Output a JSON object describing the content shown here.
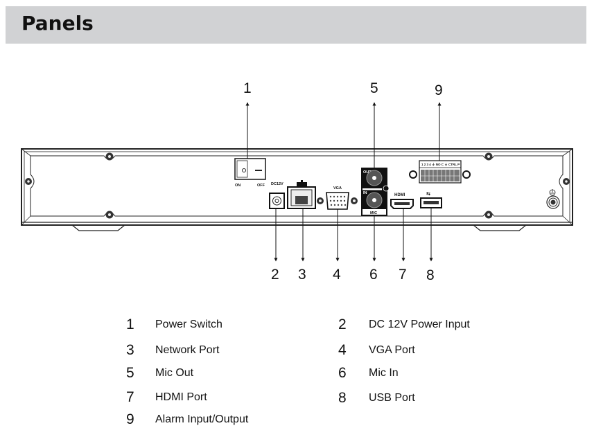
{
  "header": {
    "title": "Panels"
  },
  "diagram": {
    "device": "rear panel",
    "panel_labels": {
      "switch_on": "ON",
      "switch_off": "OFF",
      "dc_input": "DC12V",
      "vga": "VGA",
      "mic_out": "OUT",
      "mic_in": "IN",
      "mic": "MIC",
      "hdmi": "HDMI",
      "alarm_terminal": "1 2 3 4 ⏚ NO C ⏚ CTRL P",
      "ground_symbol": "⏚"
    },
    "callouts_top": [
      "1",
      "5",
      "9"
    ],
    "callouts_bottom": [
      "2",
      "3",
      "4",
      "6",
      "7",
      "8"
    ]
  },
  "legend": [
    {
      "num": "1",
      "label": "Power Switch"
    },
    {
      "num": "2",
      "label": "DC 12V Power Input"
    },
    {
      "num": "3",
      "label": "Network Port"
    },
    {
      "num": "4",
      "label": "VGA Port"
    },
    {
      "num": "5",
      "label": "Mic Out"
    },
    {
      "num": "6",
      "label": "Mic In"
    },
    {
      "num": "7",
      "label": "HDMI Port"
    },
    {
      "num": "8",
      "label": "USB Port"
    },
    {
      "num": "9",
      "label": "Alarm Input/Output"
    }
  ]
}
